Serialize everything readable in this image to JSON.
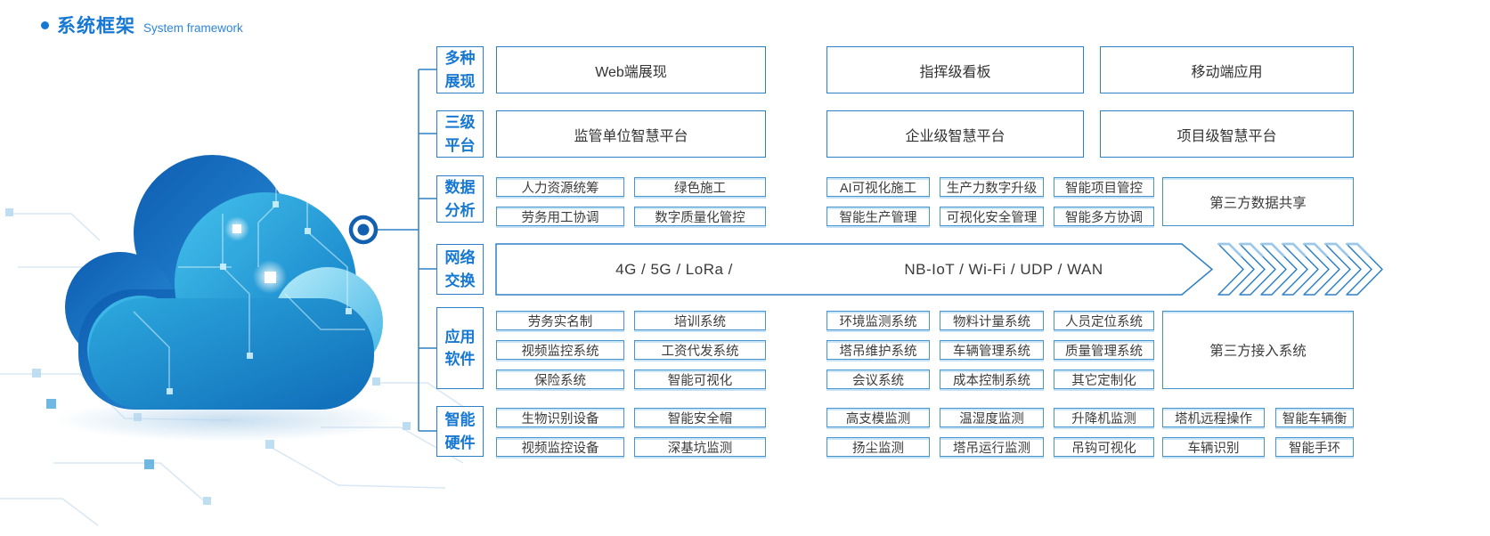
{
  "header": {
    "title_zh": "系统框架",
    "title_en": "System framework"
  },
  "categories": {
    "display": "多种展现",
    "platform": "三级平台",
    "analysis": "数据分析",
    "network": "网络交换",
    "software": "应用软件",
    "hardware": "智能硬件"
  },
  "display": {
    "items": [
      "Web端展现",
      "指挥级看板",
      "移动端应用"
    ]
  },
  "platform": {
    "items": [
      "监管单位智慧平台",
      "企业级智慧平台",
      "项目级智慧平台"
    ]
  },
  "analysis": {
    "row1": [
      "人力资源统筹",
      "绿色施工",
      "AI可视化施工",
      "生产力数字升级",
      "智能项目管控"
    ],
    "row2": [
      "劳务用工协调",
      "数字质量化管控",
      "智能生产管理",
      "可视化安全管理",
      "智能多方协调"
    ],
    "share": "第三方数据共享"
  },
  "network": {
    "label_left": "4G / 5G / LoRa /",
    "label_right": "NB-IoT / Wi-Fi / UDP / WAN"
  },
  "software": {
    "row1": [
      "劳务实名制",
      "培训系统",
      "环境监测系统",
      "物料计量系统",
      "人员定位系统"
    ],
    "row2": [
      "视频监控系统",
      "工资代发系统",
      "塔吊维护系统",
      "车辆管理系统",
      "质量管理系统"
    ],
    "row3": [
      "保险系统",
      "智能可视化",
      "会议系统",
      "成本控制系统",
      "其它定制化"
    ],
    "third_party": "第三方接入系统"
  },
  "hardware": {
    "row1": [
      "生物识别设备",
      "智能安全帽",
      "高支模监测",
      "温湿度监测",
      "升降机监测",
      "塔机远程操作",
      "智能车辆衡"
    ],
    "row2": [
      "视频监控设备",
      "深基坑监测",
      "扬尘监测",
      "塔吊运行监测",
      "吊钩可视化",
      "车辆识别",
      "智能手环"
    ]
  },
  "colors": {
    "accent": "#1678d2",
    "big_box_border": "#2e80c6",
    "small_box_border": "#4795d0",
    "box_text": "#3c3c3c",
    "cloud_dark": "#0d5cb0",
    "cloud_light": "#3fb3e4"
  }
}
